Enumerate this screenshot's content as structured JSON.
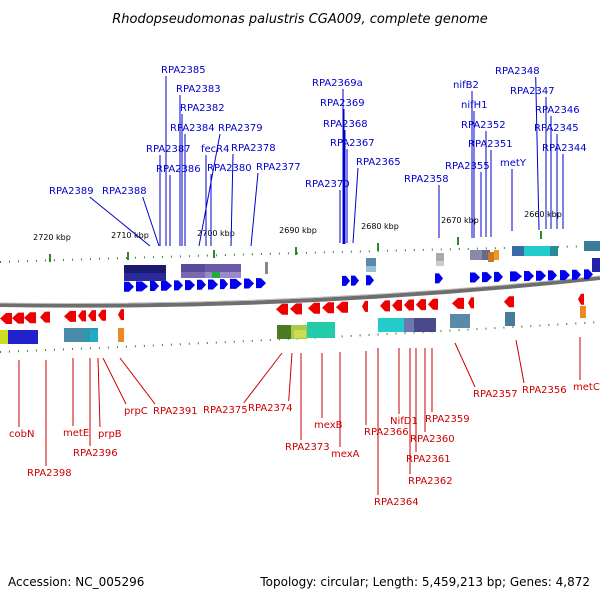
{
  "title": "Rhodopseudomonas palustris CGA009, complete genome",
  "accession": "Accession: NC_005296",
  "summary": "Topology: circular; Length: 5,459,213 bp; Genes: 4,872",
  "colors": {
    "top": "#0000cc",
    "bottom": "#cc0000",
    "tick": "#2a8a2a"
  },
  "ticks": [
    "2720 kbp",
    "2710 kbp",
    "2700 kbp",
    "2690 kbp",
    "2680 kbp",
    "2670 kbp",
    "2660 kbp"
  ],
  "top_genes": [
    "RPA2385",
    "RPA2383",
    "RPA2382",
    "RPA2384",
    "RPA2379",
    "RPA2387",
    "fecR4",
    "RPA2378",
    "RPA2386",
    "RPA2380",
    "RPA2377",
    "RPA2389",
    "RPA2388",
    "RPA2369a",
    "RPA2369",
    "RPA2368",
    "RPA2367",
    "RPA2365",
    "RPA2370",
    "nifB2",
    "nifH1",
    "RPA2352",
    "RPA2351",
    "RPA2355",
    "RPA2358",
    "RPA2348",
    "RPA2347",
    "RPA2346",
    "RPA2345",
    "RPA2344",
    "metY"
  ],
  "bottom_genes": [
    "cobN",
    "RPA2398",
    "metE",
    "RPA2396",
    "prpB",
    "prpC",
    "RPA2391",
    "RPA2375",
    "RPA2374",
    "RPA2373",
    "mexB",
    "mexA",
    "RPA2366",
    "NifD1",
    "RPA2359",
    "RPA2360",
    "RPA2361",
    "RPA2362",
    "RPA2364",
    "RPA2357",
    "RPA2356",
    "metC"
  ]
}
